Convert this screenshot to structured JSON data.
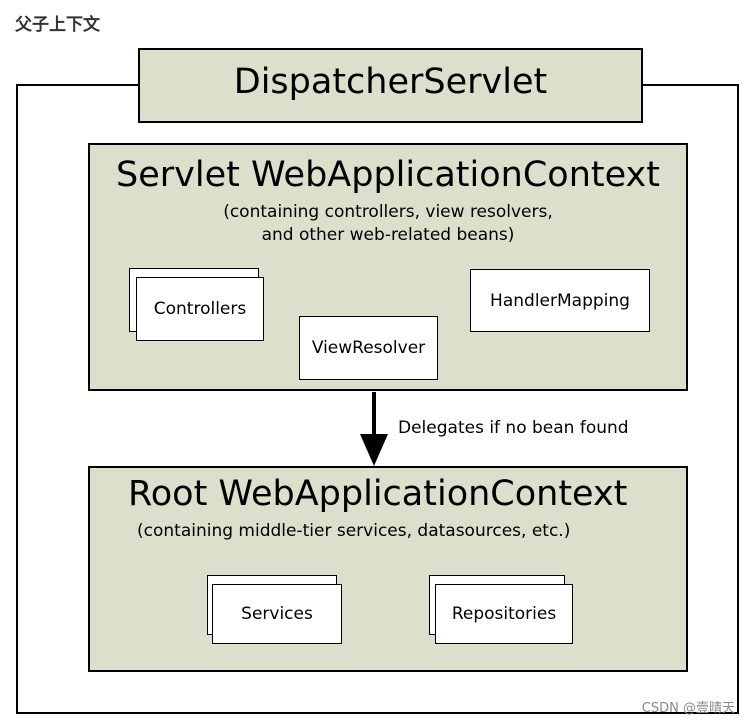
{
  "heading": "父子上下文",
  "dispatcher": {
    "title": "DispatcherServlet"
  },
  "servlet_context": {
    "title": "Servlet WebApplicationContext",
    "subtitle_line1": "(containing controllers, view resolvers,",
    "subtitle_line2": "and other web-related beans)",
    "beans": {
      "controllers": "Controllers",
      "view_resolver": "ViewResolver",
      "handler_mapping": "HandlerMapping"
    }
  },
  "arrow": {
    "label": "Delegates if no bean found"
  },
  "root_context": {
    "title": "Root WebApplicationContext",
    "subtitle": "(containing middle-tier services, datasources, etc.)",
    "beans": {
      "services": "Services",
      "repositories": "Repositories"
    }
  },
  "watermark": "CSDN @壹晴天",
  "colors": {
    "box_fill": "#dbdfcc",
    "border": "#000000",
    "bean_fill": "#ffffff"
  }
}
